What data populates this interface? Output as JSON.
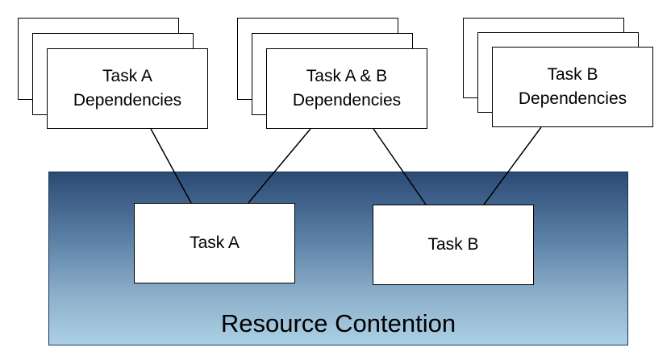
{
  "dependencies": [
    {
      "id": "dep-a",
      "label": "Task A\nDependencies"
    },
    {
      "id": "dep-ab",
      "label": "Task A & B\nDependencies"
    },
    {
      "id": "dep-b",
      "label": "Task B\nDependencies"
    }
  ],
  "tasks": [
    {
      "id": "task-a",
      "label": "Task A"
    },
    {
      "id": "task-b",
      "label": "Task B"
    }
  ],
  "region": {
    "label": "Resource Contention"
  },
  "links": [
    {
      "from": "dep-a",
      "to": "task-a"
    },
    {
      "from": "dep-ab",
      "to": "task-a"
    },
    {
      "from": "dep-ab",
      "to": "task-b"
    },
    {
      "from": "dep-b",
      "to": "task-b"
    }
  ],
  "colors": {
    "region_top": "#2b4a74",
    "region_bottom": "#abd0e4",
    "box_fill": "#ffffff",
    "stroke": "#000000"
  }
}
